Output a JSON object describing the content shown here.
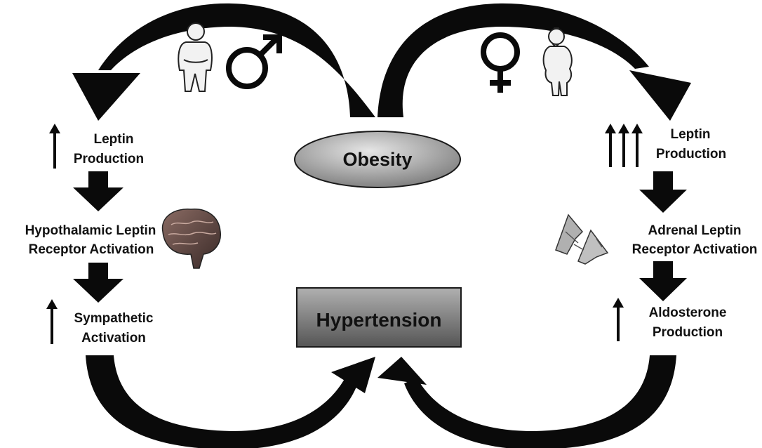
{
  "center": {
    "obesity": "Obesity",
    "hypertension": "Hypertension"
  },
  "male_pathway": {
    "symbol": "male-symbol",
    "figure": "male-figure-icon",
    "step1": {
      "line1": "Leptin",
      "line2": "Production"
    },
    "step2": {
      "line1": "Hypothalamic  Leptin",
      "line2": "Receptor Activation",
      "icon": "brain-icon"
    },
    "step3": {
      "line1": "Sympathetic",
      "line2": "Activation"
    }
  },
  "female_pathway": {
    "symbol": "female-symbol",
    "figure": "female-figure-icon",
    "step1": {
      "line1": "Leptin",
      "line2": "Production"
    },
    "step2": {
      "line1": "Adrenal Leptin",
      "line2": "Receptor Activation",
      "icon": "adrenal-gland-icon"
    },
    "step3": {
      "line1": "Aldosterone",
      "line2": "Production"
    }
  },
  "colors": {
    "arrow": "#0a0a0a",
    "obesity_fill_light": "#d9d9d9",
    "obesity_fill_dark": "#7f7f7f",
    "hypertension_fill_light": "#a6a6a6",
    "hypertension_fill_dark": "#5a5a5a"
  }
}
